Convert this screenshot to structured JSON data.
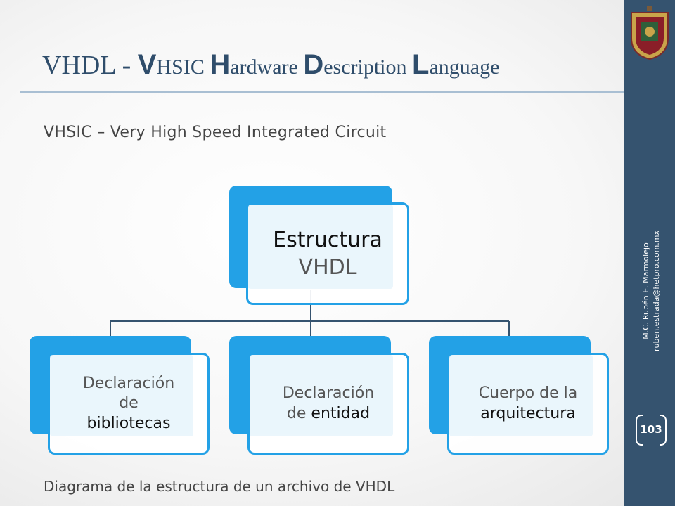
{
  "title": {
    "prefix": "VHDL  - ",
    "parts": [
      {
        "cap": "V",
        "rest": "HSIC "
      },
      {
        "cap": "H",
        "rest": "ardware "
      },
      {
        "cap": "D",
        "rest": "escription "
      },
      {
        "cap": "L",
        "rest": "anguage"
      }
    ]
  },
  "subtitle": "VHSIC – Very High Speed Integrated Circuit",
  "diagram": {
    "root": {
      "line1": "Estructura",
      "line2": "VHDL"
    },
    "children": [
      {
        "line1": "Declaración",
        "line2": "de",
        "line3": "bibliotecas"
      },
      {
        "line1": "Declaración",
        "line2": "de",
        "line3": "entidad"
      },
      {
        "line1": "Cuerpo de la",
        "line2": "arquitectura"
      }
    ]
  },
  "caption": "Diagrama de la estructura de un archivo de VHDL",
  "sidebar": {
    "author": "M.C. Rubén E. Marmolejo",
    "email": "ruben.estrada@hetpro.com.mx",
    "page_number": "103"
  },
  "colors": {
    "accent": "#23a1e6",
    "sidebar": "#35536f",
    "title": "#2f4d6b"
  }
}
